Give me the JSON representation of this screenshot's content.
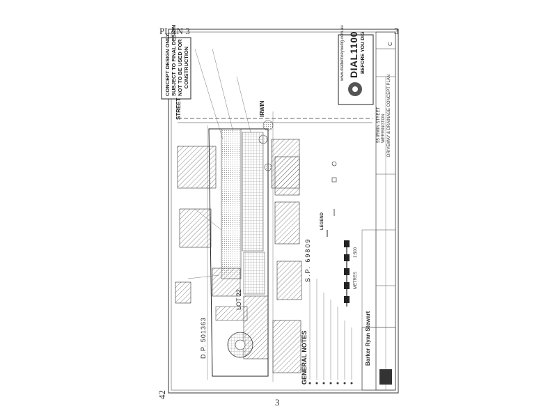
{
  "page": {
    "plan_label": "PLAN 3",
    "corner_number_top": "3",
    "side_number": "42",
    "bottom_number": "3"
  },
  "stamp": {
    "lines": [
      "CONCEPT DESIGN ONLY",
      "SUBJECT TO FINAL DESIGN",
      "NOT TO BE USED FOR",
      "CONSTRUCTION"
    ]
  },
  "dial": {
    "website": "www.dialbeforeyoudig.com.au",
    "number": "DIAL1100",
    "tagline": "BEFORE YOU DIG"
  },
  "drawing": {
    "street": "STREET",
    "irwin": "IRWIN",
    "lot": "LOT 22",
    "dp": "D.P. 501363",
    "sp": "S.P. 69809",
    "legend_title": "LEGEND",
    "metres": "METRES",
    "scale_ratio": "1:500"
  },
  "notes": {
    "title": "GENERAL NOTES"
  },
  "title_block": {
    "company": "Barker Ryan Stewart",
    "address_line1": "55 IRWIN STREET",
    "address_line2": "WERRINGTON",
    "drawing_title": "DRIVEWAY & DRAINAGE CONCEPT PLAN",
    "revision": "C"
  }
}
